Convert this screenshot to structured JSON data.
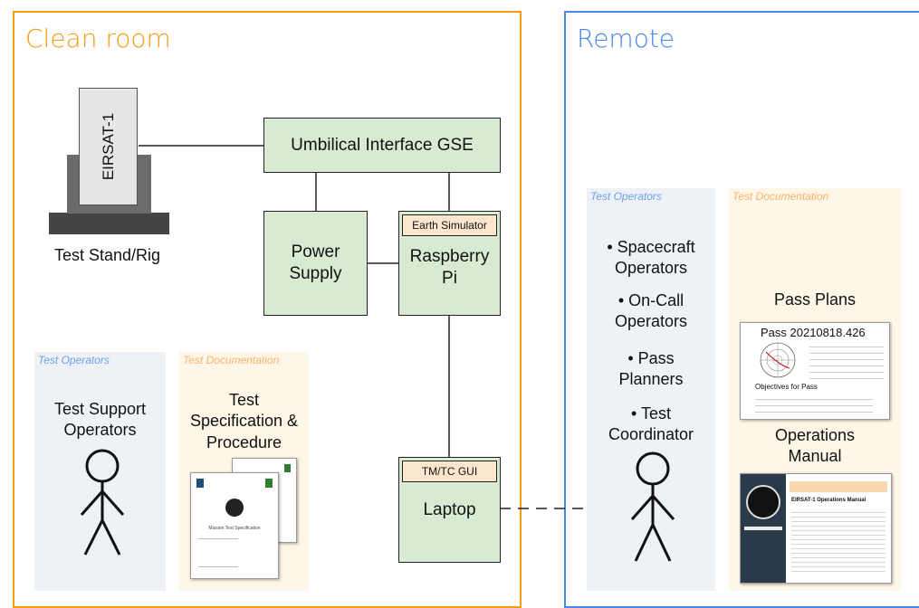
{
  "regions": {
    "clean_room": {
      "title": "Clean room",
      "color": "#f39c12"
    },
    "remote": {
      "title": "Remote",
      "color": "#4a86e8"
    }
  },
  "satellite": {
    "label": "EIRSAT-1"
  },
  "test_stand": {
    "label": "Test Stand/Rig"
  },
  "boxes": {
    "umbilical": "Umbilical Interface GSE",
    "power_supply": "Power\nSupply",
    "raspberry_pi": "Raspberry\nPi",
    "earth_simulator": "Earth Simulator",
    "tmtc_gui": "TM/TC GUI",
    "laptop": "Laptop"
  },
  "clean_panels": {
    "operators_label": "Test Operators",
    "operators_text": "Test Support\nOperators",
    "docs_label": "Test Documentation",
    "docs_text": "Test\nSpecification &\nProcedure",
    "doc_caption": "Mission Test Specification"
  },
  "remote_panels": {
    "operators_label": "Test Operators",
    "operators_list": [
      "• Spacecraft\nOperators",
      "• On-Call\nOperators",
      "• Pass\nPlanners",
      "• Test\nCoordinator"
    ],
    "docs_label": "Test Documentation",
    "pass_plans": "Pass Plans",
    "pass_title": "Pass 20210818.426",
    "objectives": "Objectives for Pass",
    "ops_manual": "Operations\nManual",
    "ops_manual_title": "EIRSAT-1 Operations Manual"
  },
  "colors": {
    "green_box": "#d9ead3",
    "orange_box": "#fce5cd",
    "blue_panel": "#eef2f7",
    "orange_panel": "#fef6e7",
    "blue_label": "#6d9eeb",
    "orange_label": "#f6b26b"
  }
}
